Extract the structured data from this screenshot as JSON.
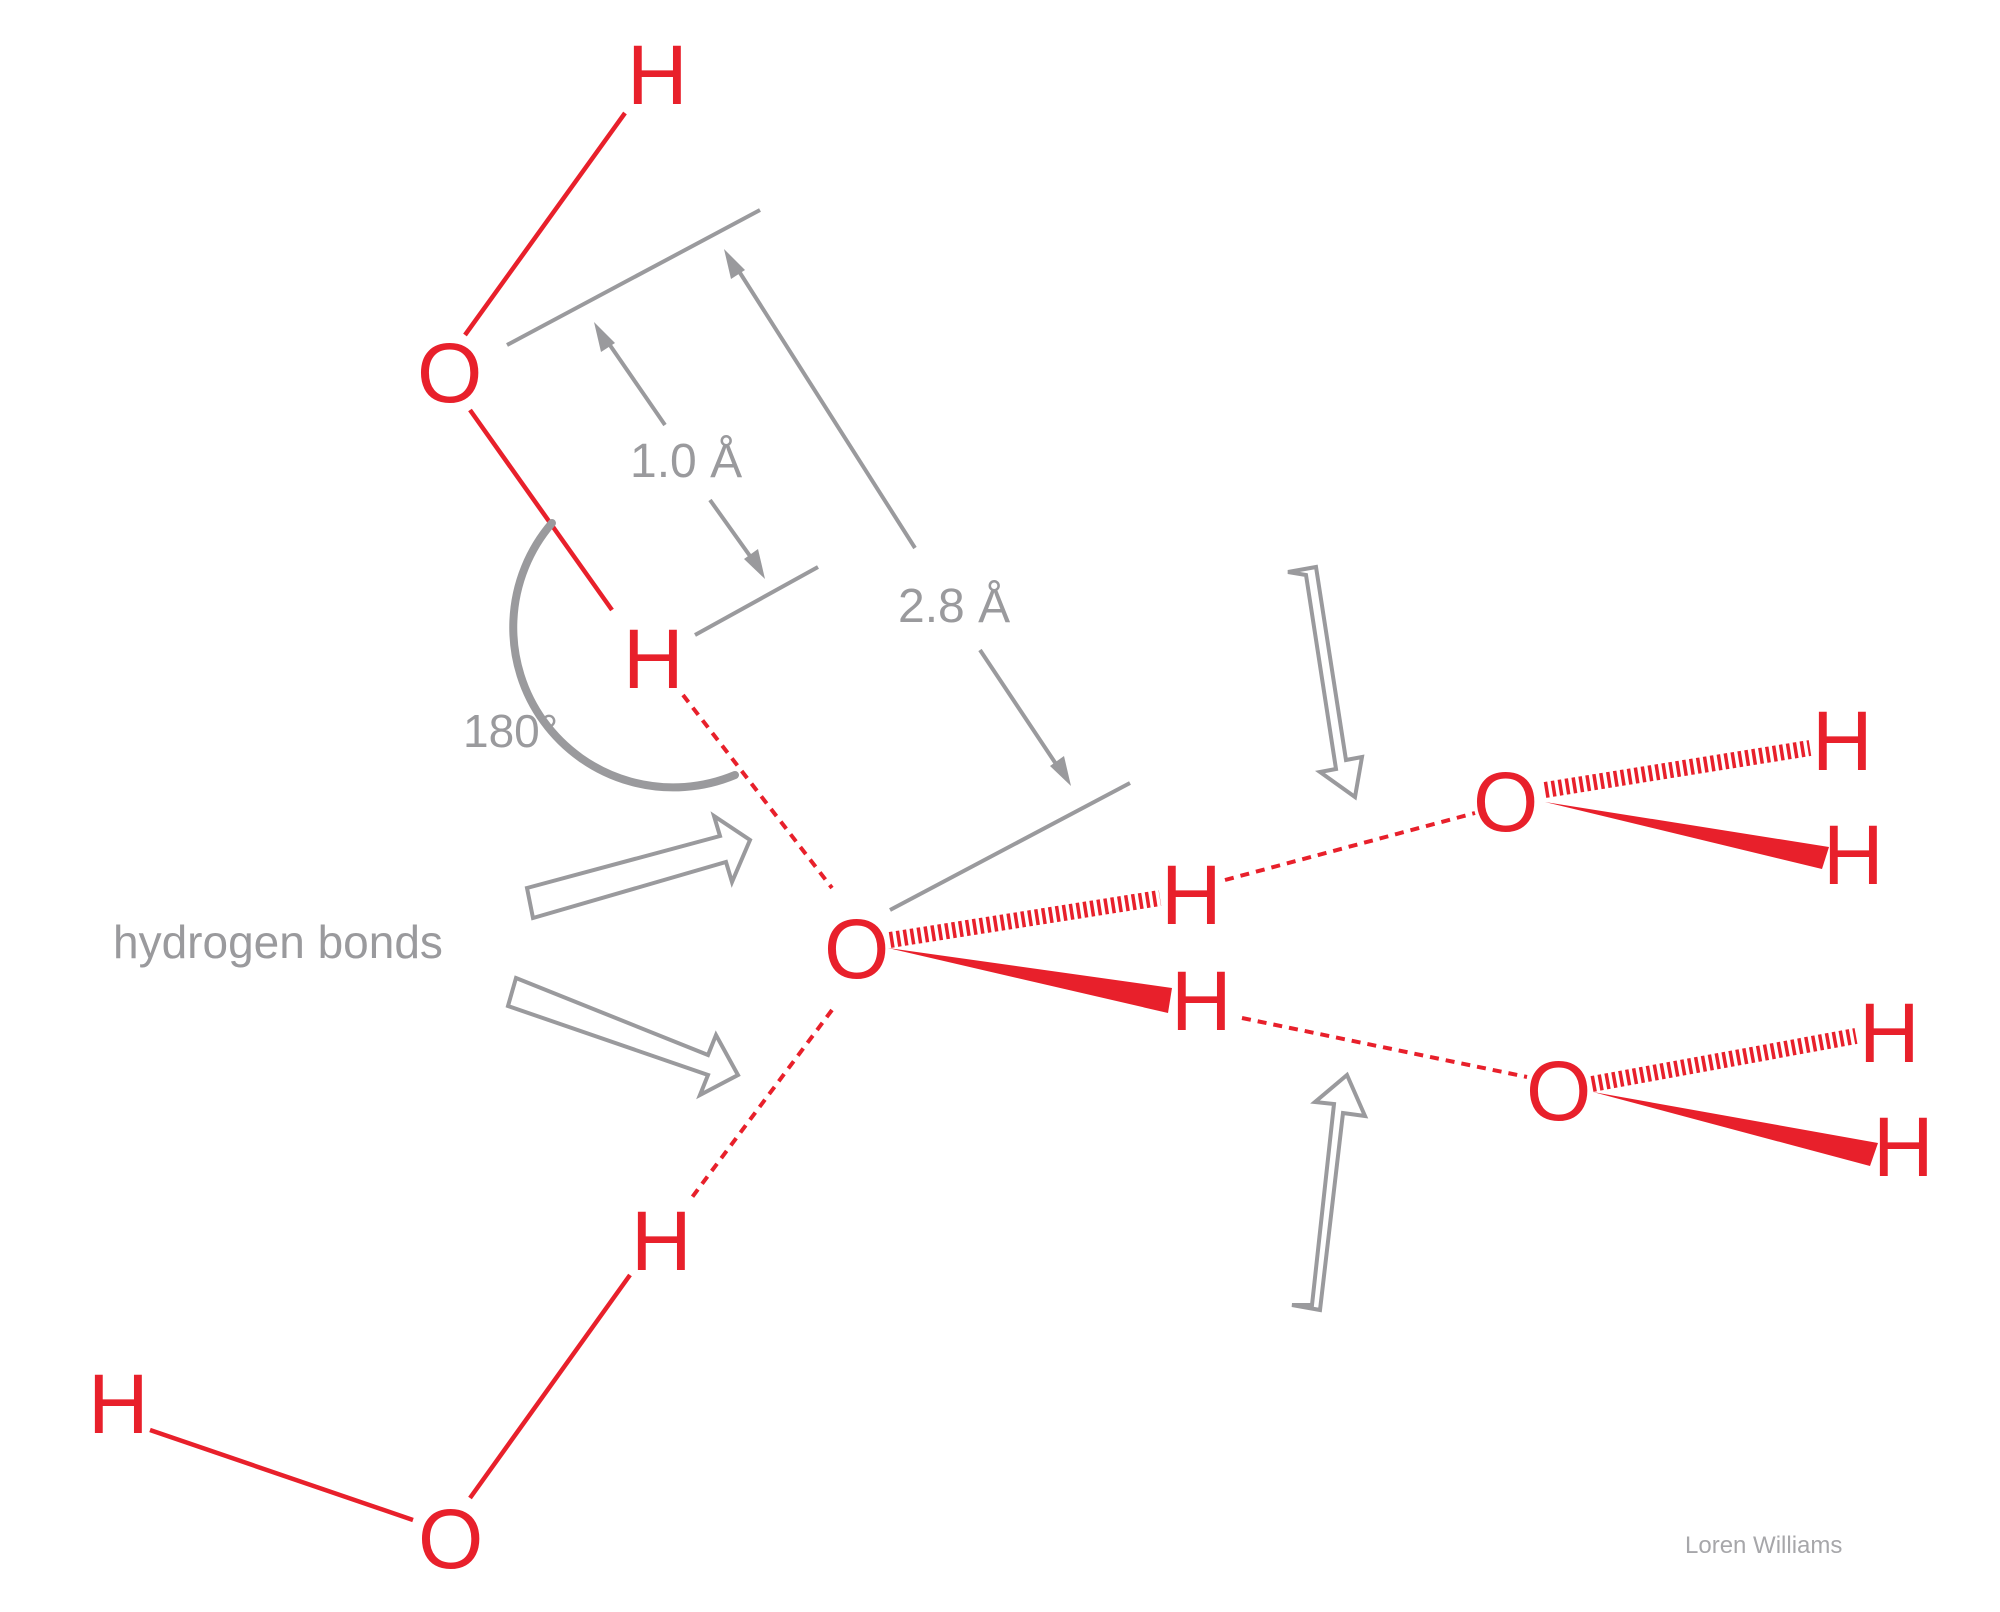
{
  "diagram": {
    "atoms": {
      "top_h": "H",
      "top_o": "O",
      "top_h2": "H",
      "center_o": "O",
      "bottom_h1": "H",
      "bottom_h2": "H",
      "bottom_o": "O",
      "right_h_upper": "H",
      "right_h_lower": "H",
      "upper_right_o": "O",
      "upper_right_h1": "H",
      "upper_right_h2": "H",
      "lower_right_o": "O",
      "lower_right_h1": "H",
      "lower_right_h2": "H"
    },
    "labels": {
      "bond_length": "1.0 Å",
      "oo_distance": "2.8 Å",
      "angle": "180°",
      "hydrogen_bonds": "hydrogen bonds"
    },
    "credit": "Loren Williams",
    "colors": {
      "atom": "#e8202b",
      "annotation": "#9a9a9d"
    }
  }
}
